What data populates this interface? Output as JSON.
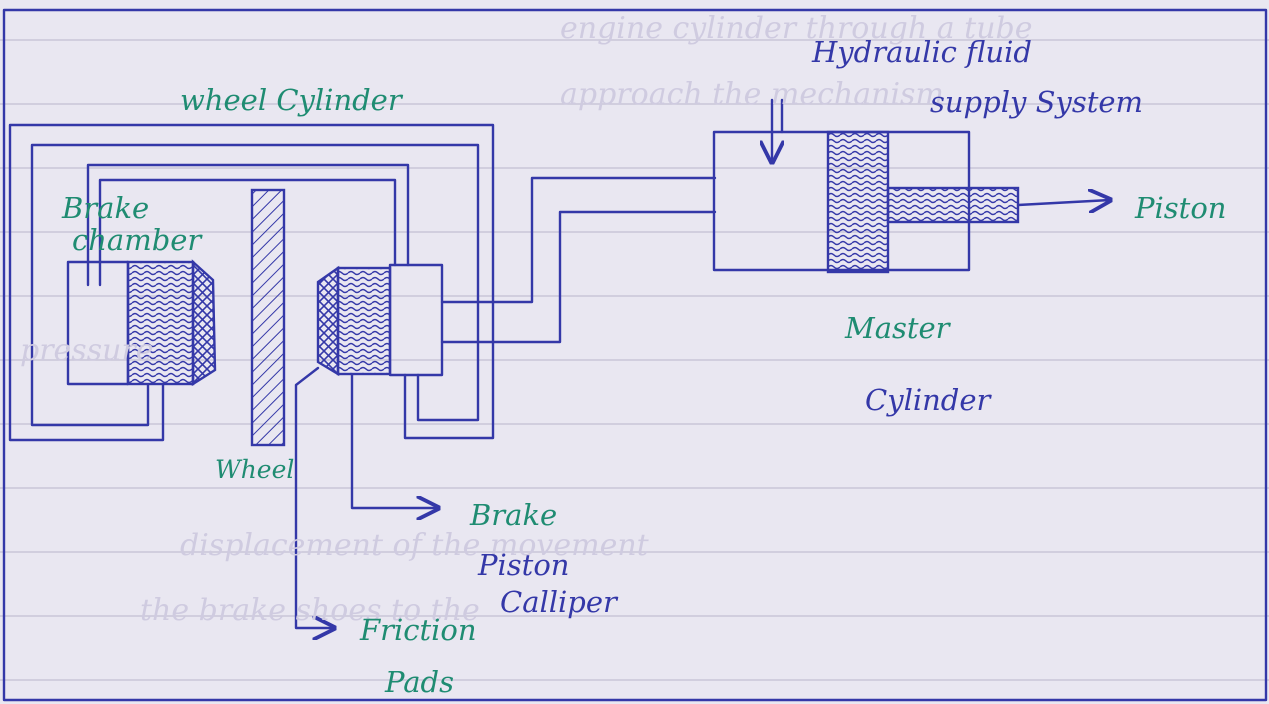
{
  "labels": {
    "wheel_cylinder": "wheel Cylinder",
    "hydraulic_1": "Hydraulic fluid",
    "hydraulic_2": "supply System",
    "brake_chamber_1": "Brake",
    "brake_chamber_2": "chamber",
    "piston": "Piston",
    "master_1": "Master",
    "master_2": "Cylinder",
    "wheel": "Wheel",
    "brake_piston_1": "Brake",
    "brake_piston_2": "Piston",
    "brake_piston_3": "Calliper",
    "friction_1": "Friction",
    "friction_2": "Pads"
  },
  "colors": {
    "paper": "#e9e7f1",
    "ink": "#3438a8",
    "green_ink": "#1f8c72"
  }
}
